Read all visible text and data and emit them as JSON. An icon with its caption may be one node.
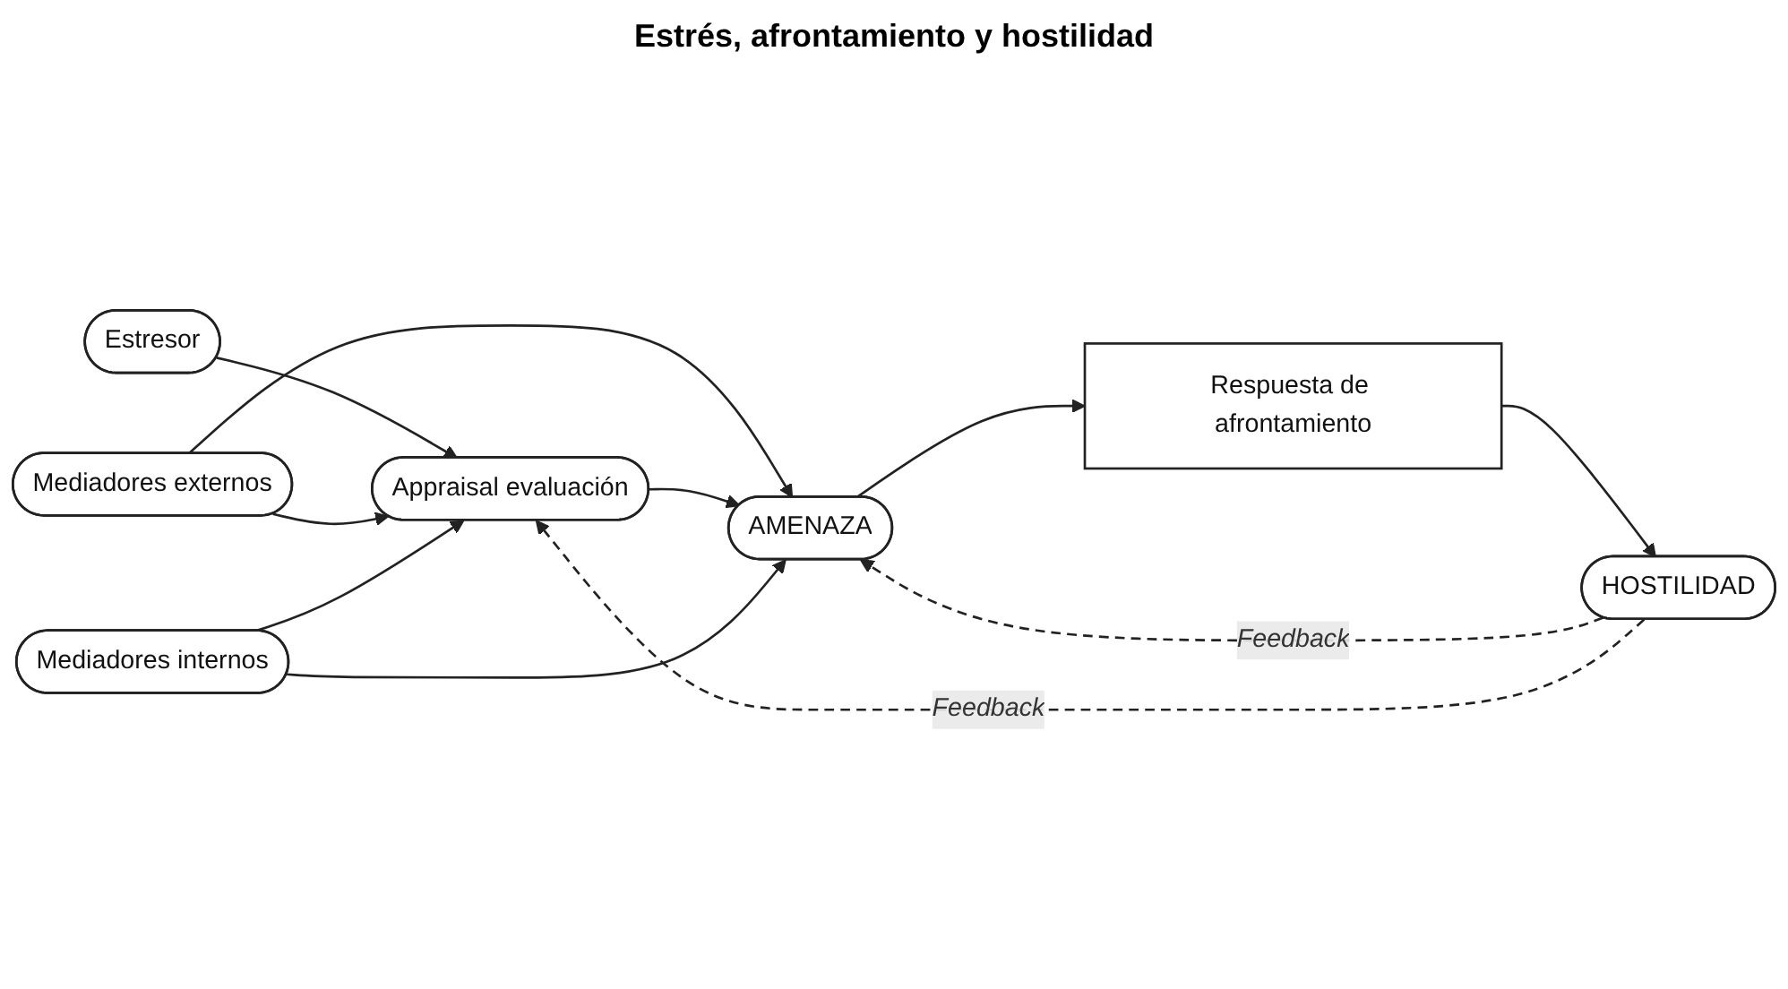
{
  "diagram": {
    "title": "Estrés, afrontamiento y hostilidad",
    "nodes": [
      {
        "text": [
          "Estresor"
        ]
      },
      {
        "text": [
          "Mediadores externos"
        ]
      },
      {
        "text": [
          "Appraisal evaluación"
        ]
      },
      {
        "text": [
          "AMENAZA"
        ]
      },
      {
        "text": [
          "Respuesta de afrontamiento"
        ]
      },
      {
        "text": [
          "HOSTILIDAD"
        ]
      },
      {
        "text": [
          "Mediadores internos"
        ]
      }
    ],
    "edges": [
      {
        "from": 0,
        "to": 2,
        "arrow": "to"
      },
      {
        "from": 1,
        "to": 2,
        "arrow": "to"
      },
      {
        "from": 1,
        "to": 3,
        "arrow": "to"
      },
      {
        "from": 2,
        "to": 3,
        "arrow": "to"
      },
      {
        "from": 6,
        "to": 2,
        "arrow": "to"
      },
      {
        "from": 6,
        "to": 3,
        "arrow": "to"
      },
      {
        "from": 3,
        "to": 4,
        "arrow": "to"
      },
      {
        "from": 4,
        "to": 5,
        "arrow": "to"
      },
      {
        "from": 5,
        "to": 3,
        "arrow": "to",
        "style": "dashed",
        "label": "Feedback"
      },
      {
        "from": 5,
        "to": 2,
        "arrow": "to",
        "style": "dashed",
        "label": "Feedback"
      }
    ]
  }
}
